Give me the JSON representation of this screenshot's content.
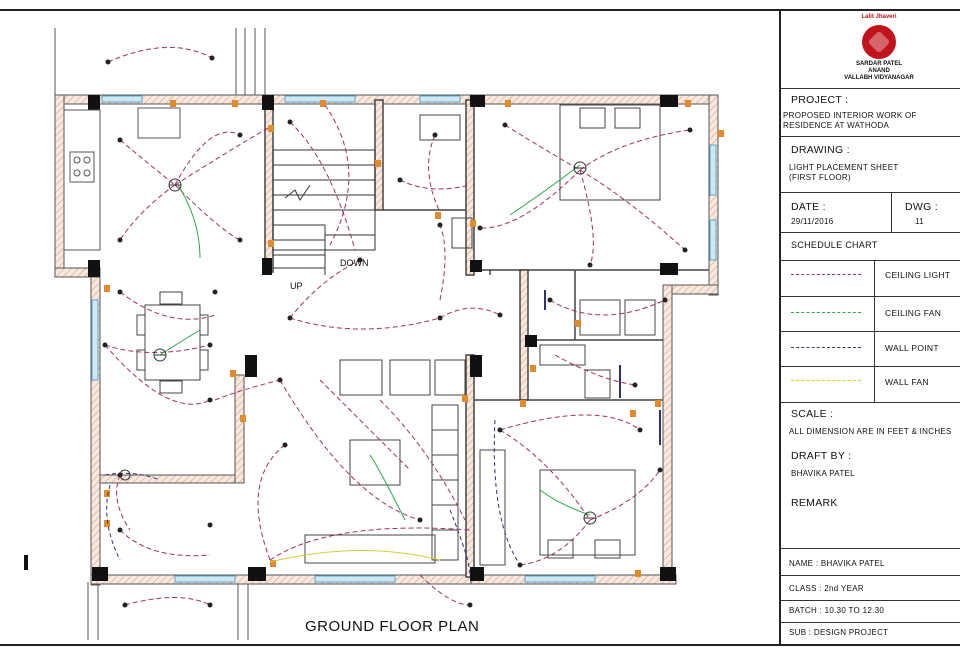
{
  "plan": {
    "title": "GROUND FLOOR PLAN",
    "stair_up": "UP",
    "stair_down": "DOWN"
  },
  "logo": {
    "line1": "Lalit Jhaveri",
    "line2": "SARDAR PATEL",
    "line3": "ANAND",
    "line4": "VALLABH VIDYANAGAR"
  },
  "title_block": {
    "project_label": "PROJECT :",
    "project_value": "PROPOSED INTERIOR WORK OF RESIDENCE AT WATHODA",
    "drawing_label": "DRAWING :",
    "drawing_value": "LIGHT PLACEMENT SHEET (FIRST FLOOR)",
    "date_label": "DATE :",
    "date_value": "29/11/2016",
    "dwg_label": "DWG :",
    "dwg_value": "11",
    "schedule_label": "SCHEDULE CHART",
    "legend": [
      {
        "label": "CEILING LIGHT",
        "color": "#a0306a"
      },
      {
        "label": "CEILING FAN",
        "color": "#2aa84a"
      },
      {
        "label": "WALL POINT",
        "color": "#2d2f7a"
      },
      {
        "label": "WALL FAN",
        "color": "#d8cc3a"
      }
    ],
    "scale_label": "SCALE :",
    "scale_value": "ALL DIMENSION ARE IN FEET & INCHES",
    "draft_label": "DRAFT BY :",
    "draft_value": "BHAVIKA PATEL",
    "remark_label": "REMARK",
    "name_value": "NAME : BHAVIKA PATEL",
    "class_value": "CLASS : 2nd YEAR",
    "batch_value": "BATCH : 10.30 TO 12.30",
    "sub_value": "SUB : DESIGN PROJECT"
  }
}
